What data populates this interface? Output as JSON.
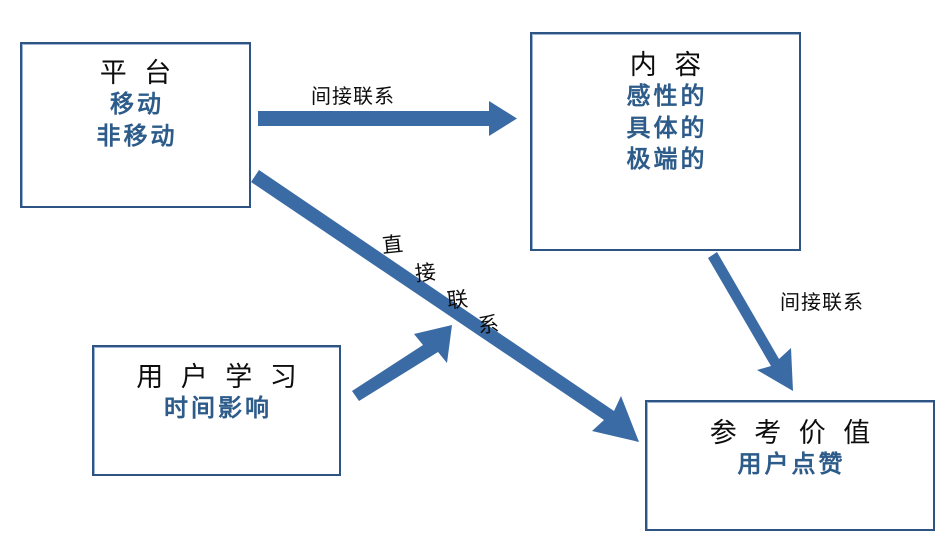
{
  "diagram": {
    "title": "",
    "colors": {
      "box_border": "#2E5484",
      "box_border_inner": "#9DB4D4",
      "arrow": "#3B6BA5",
      "title_text": "#0D0D0D",
      "sub_text": "#2E5C8A",
      "background": "#FFFFFF"
    },
    "nodes": [
      {
        "id": "platform",
        "title": "平 台",
        "sub": [
          "移动",
          "非移动"
        ]
      },
      {
        "id": "content",
        "title": "内 容",
        "sub": [
          "感性的",
          "具体的",
          "极端的"
        ]
      },
      {
        "id": "user-learning",
        "title": "用 户 学 习",
        "sub": [
          "时间影响"
        ]
      },
      {
        "id": "reference-value",
        "title": "参 考 价 值",
        "sub": [
          "用户点赞"
        ]
      }
    ],
    "edges": [
      {
        "id": "platform-to-content",
        "label": "间接联系",
        "from": "platform",
        "to": "content",
        "style": "straight-horizontal"
      },
      {
        "id": "platform-to-reference",
        "label": "直接联系",
        "label_chars": [
          "直",
          "接",
          "联",
          "系"
        ],
        "from": "platform",
        "to": "reference-value",
        "style": "diagonal"
      },
      {
        "id": "content-to-reference",
        "label": "间接联系",
        "from": "content",
        "to": "reference-value",
        "style": "diagonal"
      },
      {
        "id": "user-learning-to-link",
        "label": "",
        "from": "user-learning",
        "to": "platform-to-reference",
        "style": "diagonal-up"
      }
    ]
  }
}
